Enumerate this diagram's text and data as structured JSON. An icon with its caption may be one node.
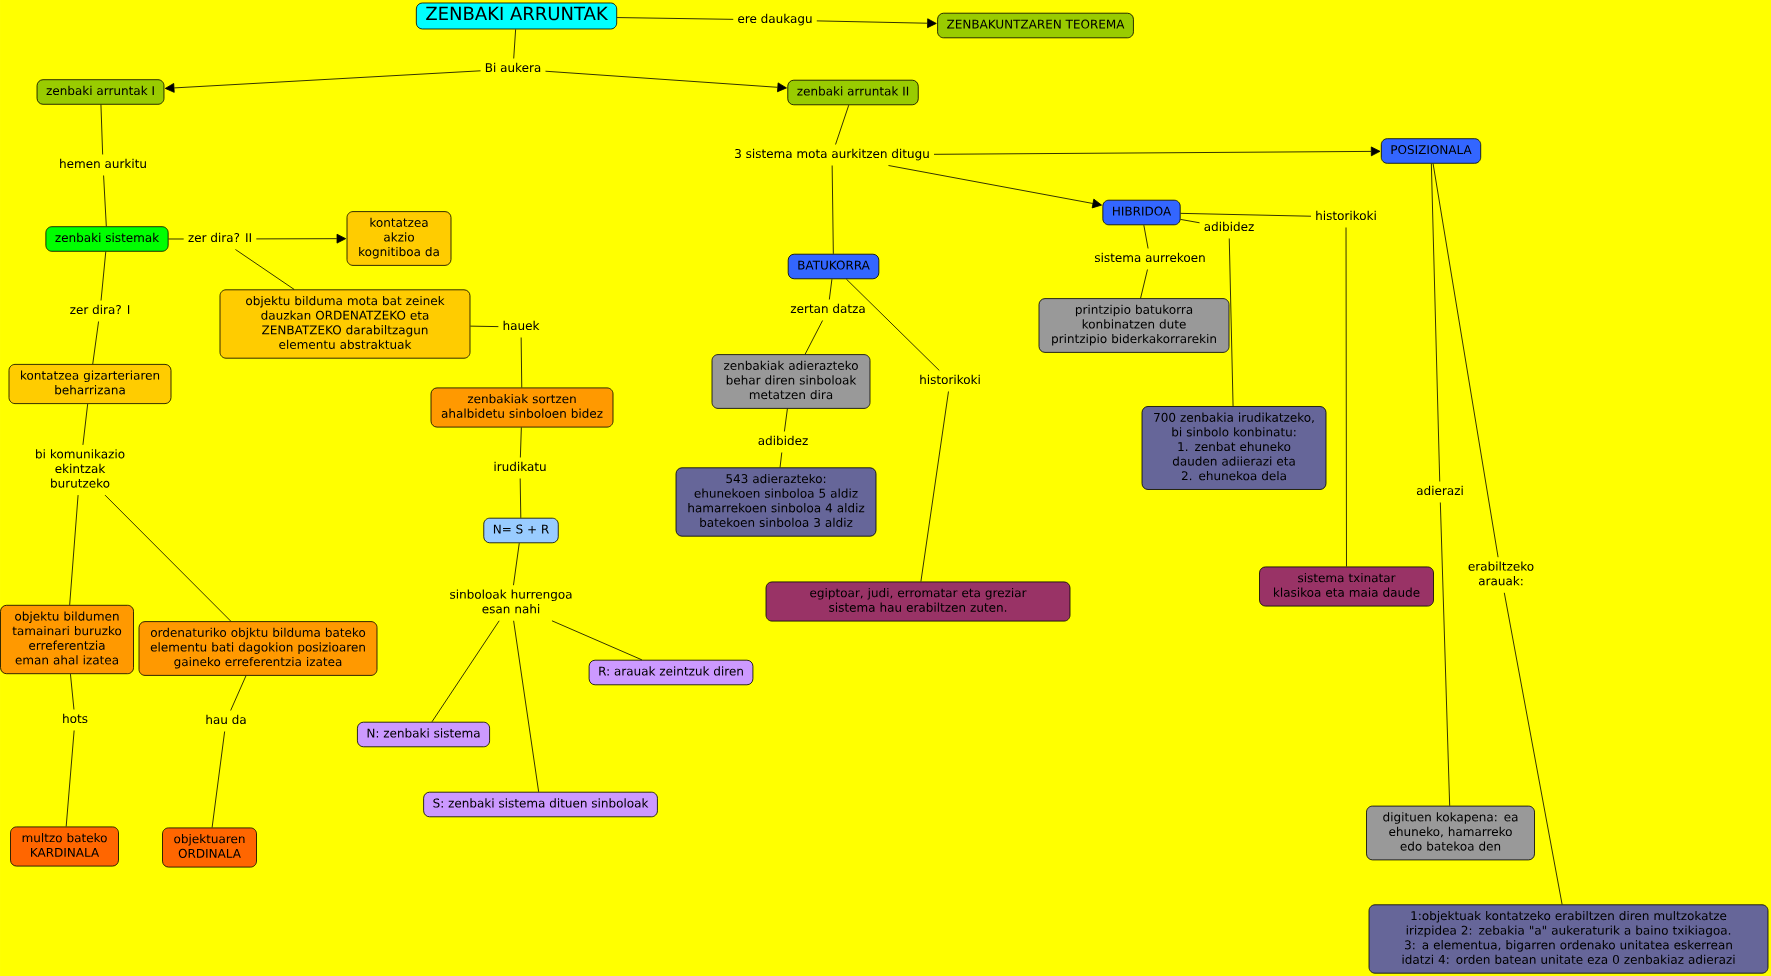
{
  "diagram": {
    "nodes": [
      {
        "text": [
          "ZENBAKI ARRUNTAK"
        ]
      },
      {
        "text": [
          "ere daukagu"
        ]
      },
      {
        "text": [
          "ZENBAKUNTZAREN TEOREMA"
        ]
      },
      {
        "text": [
          "Bi aukera"
        ]
      },
      {
        "text": [
          "zenbaki arruntak I"
        ]
      },
      {
        "text": [
          "zenbaki arruntak II"
        ]
      },
      {
        "text": [
          "hemen aurkitu"
        ]
      },
      {
        "text": [
          "zenbaki sistemak"
        ]
      },
      {
        "text": [
          "zer dira? II"
        ]
      },
      {
        "text": [
          "kontatzea akzio kognitiboa da"
        ]
      },
      {
        "text": [
          "objektu bilduma mota bat zeinek dauzkan ORDENATZEKO eta ZENBATZEKO darabiltzagun elementu abstraktuak"
        ]
      },
      {
        "text": [
          "hauek"
        ]
      },
      {
        "text": [
          "zenbakiak sortzen ahalbidetu sinboloen bidez"
        ]
      },
      {
        "text": [
          "irudikatu"
        ]
      },
      {
        "text": [
          "N= S + R"
        ]
      },
      {
        "text": [
          "sinboloak hurrengoa esan nahi"
        ]
      },
      {
        "text": [
          "R: arauak zeintzuk diren"
        ]
      },
      {
        "text": [
          "N: zenbaki sistema"
        ]
      },
      {
        "text": [
          "S: zenbaki sistema dituen sinboloak"
        ]
      },
      {
        "text": [
          "zer dira? I"
        ]
      },
      {
        "text": [
          "kontatzea gizarteriaren beharrizana"
        ]
      },
      {
        "text": [
          "bi komunikazio ekintzak burutzeko"
        ]
      },
      {
        "text": [
          "objektu bildumen tamainari buruzko erreferentzia eman ahal izatea"
        ]
      },
      {
        "text": [
          "ordenaturiko objktu bilduma bateko elementu bati dagokion posizioaren gaineko erreferentzia izatea"
        ]
      },
      {
        "text": [
          "hots"
        ]
      },
      {
        "text": [
          "multzo bateko KARDINALA"
        ]
      },
      {
        "text": [
          "hau da"
        ]
      },
      {
        "text": [
          "objektuaren ORDINALA"
        ]
      },
      {
        "text": [
          "3 sistema mota aurkitzen ditugu"
        ]
      },
      {
        "text": [
          "POSIZIONALA"
        ]
      },
      {
        "text": [
          "HIBRIDOA"
        ]
      },
      {
        "text": [
          "BATUKORRA"
        ]
      },
      {
        "text": [
          "zertan datza"
        ]
      },
      {
        "text": [
          "zenbakiak adierazteko behar diren sinboloak metatzen dira"
        ]
      },
      {
        "text": [
          "adibidez"
        ]
      },
      {
        "text": [
          "543 adierazteko: ehunekoen sinboloa 5 aldiz hamarrekoen sinboloa 4 aldiz batekoen sinboloa 3 aldiz"
        ]
      },
      {
        "text": [
          "historikoki"
        ]
      },
      {
        "text": [
          "egiptoar, judi, erromatar eta greziar sistema hau erabiltzen zuten."
        ]
      },
      {
        "text": [
          "sistema aurrekoen"
        ]
      },
      {
        "text": [
          "printzipio batukorra konbinatzen dute printzipio biderkakorrarekin"
        ]
      },
      {
        "text": [
          "adibidez"
        ]
      },
      {
        "text": [
          "700 zenbakia irudikatzeko, bi sinbolo konbinatu: 1. zenbat ehuneko dauden adiierazi eta 2. ehunekoa dela"
        ]
      },
      {
        "text": [
          "historikoki"
        ]
      },
      {
        "text": [
          "sistema txinatar klasikoa eta maia daude"
        ]
      },
      {
        "text": [
          "adierazi"
        ]
      },
      {
        "text": [
          "digituen kokapena: ea ehuneko, hamarreko edo batekoa den"
        ]
      },
      {
        "text": [
          "erabiltzeko arauak:"
        ]
      },
      {
        "text": [
          "1:objektuak kontatzeko erabiltzen diren multzokatze irizpidea 2: zebakia \"a\" aukeraturik a baino txikiagoa. 3: a elementua, bigarren ordenako unitatea eskerrean idatzi 4: orden batean unitate eza 0 zenbakiaz adierazi"
        ]
      }
    ],
    "edges": [
      {
        "from": 0,
        "to": 1,
        "arrow": "none"
      },
      {
        "from": 1,
        "to": 2,
        "arrow": "to"
      },
      {
        "from": 0,
        "to": 3,
        "arrow": "none"
      },
      {
        "from": 3,
        "to": 4,
        "arrow": "to"
      },
      {
        "from": 3,
        "to": 5,
        "arrow": "to"
      },
      {
        "from": 4,
        "to": 6,
        "arrow": "none"
      },
      {
        "from": 6,
        "to": 7,
        "arrow": "none"
      },
      {
        "from": 7,
        "to": 8,
        "arrow": "none"
      },
      {
        "from": 8,
        "to": 9,
        "arrow": "to"
      },
      {
        "from": 8,
        "to": 10,
        "arrow": "none"
      },
      {
        "from": 10,
        "to": 11,
        "arrow": "none"
      },
      {
        "from": 11,
        "to": 12,
        "arrow": "none"
      },
      {
        "from": 12,
        "to": 13,
        "arrow": "none"
      },
      {
        "from": 13,
        "to": 14,
        "arrow": "none"
      },
      {
        "from": 14,
        "to": 15,
        "arrow": "none"
      },
      {
        "from": 15,
        "to": 16,
        "arrow": "none"
      },
      {
        "from": 15,
        "to": 17,
        "arrow": "none"
      },
      {
        "from": 15,
        "to": 18,
        "arrow": "none"
      },
      {
        "from": 7,
        "to": 19,
        "arrow": "none"
      },
      {
        "from": 19,
        "to": 20,
        "arrow": "none"
      },
      {
        "from": 20,
        "to": 21,
        "arrow": "none"
      },
      {
        "from": 21,
        "to": 22,
        "arrow": "none"
      },
      {
        "from": 21,
        "to": 23,
        "arrow": "none"
      },
      {
        "from": 22,
        "to": 24,
        "arrow": "none"
      },
      {
        "from": 24,
        "to": 25,
        "arrow": "none"
      },
      {
        "from": 23,
        "to": 26,
        "arrow": "none"
      },
      {
        "from": 26,
        "to": 27,
        "arrow": "none"
      },
      {
        "from": 5,
        "to": 28,
        "arrow": "none"
      },
      {
        "from": 28,
        "to": 29,
        "arrow": "to"
      },
      {
        "from": 28,
        "to": 30,
        "arrow": "to"
      },
      {
        "from": 28,
        "to": 31,
        "arrow": "none"
      },
      {
        "from": 31,
        "to": 32,
        "arrow": "none"
      },
      {
        "from": 32,
        "to": 33,
        "arrow": "none"
      },
      {
        "from": 33,
        "to": 34,
        "arrow": "none"
      },
      {
        "from": 34,
        "to": 35,
        "arrow": "none"
      },
      {
        "from": 31,
        "to": 36,
        "arrow": "none"
      },
      {
        "from": 36,
        "to": 37,
        "arrow": "none"
      },
      {
        "from": 30,
        "to": 38,
        "arrow": "none"
      },
      {
        "from": 38,
        "to": 39,
        "arrow": "none"
      },
      {
        "from": 30,
        "to": 40,
        "arrow": "none"
      },
      {
        "from": 40,
        "to": 41,
        "arrow": "none"
      },
      {
        "from": 30,
        "to": 42,
        "arrow": "none"
      },
      {
        "from": 42,
        "to": 43,
        "arrow": "none"
      },
      {
        "from": 29,
        "to": 44,
        "arrow": "none"
      },
      {
        "from": 44,
        "to": 45,
        "arrow": "none"
      },
      {
        "from": 29,
        "to": 46,
        "arrow": "none"
      },
      {
        "from": 46,
        "to": 47,
        "arrow": "none"
      }
    ]
  }
}
